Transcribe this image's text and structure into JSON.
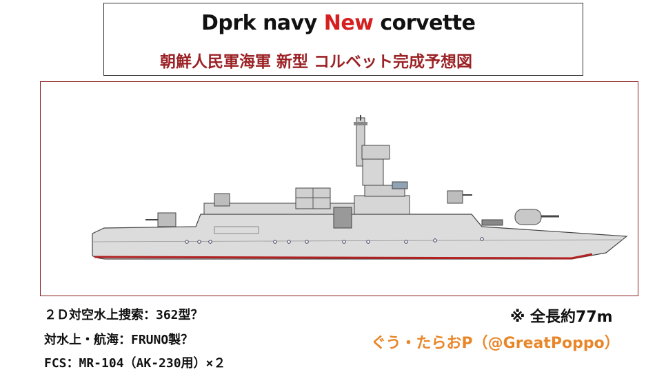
{
  "title": {
    "en_part1": "Dprk navy ",
    "en_new": "New",
    "en_part2": " corvette",
    "jp": "朝鮮人民軍海軍 新型 コルベット完成予想図"
  },
  "notes": {
    "radar": "２Ｄ対空水上捜索：362型？",
    "navigation": "対水上・航海：FRUNO製？",
    "fcs": "FCS：MR-104（AK-230用）×２"
  },
  "length_note": "※ 全長約77m",
  "credit": "ぐう・たらおP（@GreatPoppo）",
  "colors": {
    "title_new": "#d42020",
    "title_jp": "#9b2226",
    "credit": "#e8872a",
    "hull": "#dcdcdc",
    "waterline": "#b22222"
  }
}
